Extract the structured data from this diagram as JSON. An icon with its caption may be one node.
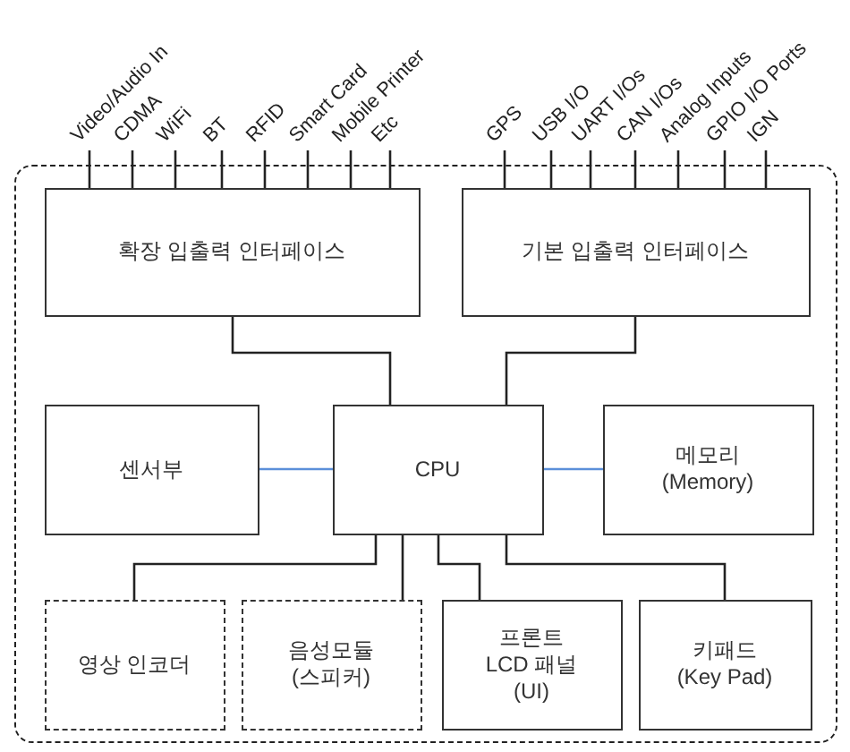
{
  "diagram": {
    "nodes": [
      {
        "text": [
          "Video/Audio In"
        ]
      },
      {
        "text": [
          "CDMA"
        ]
      },
      {
        "text": [
          "WiFi"
        ]
      },
      {
        "text": [
          "BT"
        ]
      },
      {
        "text": [
          "RFID"
        ]
      },
      {
        "text": [
          "Smart Card"
        ]
      },
      {
        "text": [
          "Mobile Printer"
        ]
      },
      {
        "text": [
          "Etc"
        ]
      },
      {
        "text": [
          "GPS"
        ]
      },
      {
        "text": [
          "USB I/O"
        ]
      },
      {
        "text": [
          "UART I/Os"
        ]
      },
      {
        "text": [
          "CAN I/Os"
        ]
      },
      {
        "text": [
          "Analog Inputs"
        ]
      },
      {
        "text": [
          "GPIO I/O Ports"
        ]
      },
      {
        "text": [
          "IGN"
        ]
      },
      {
        "text": [],
        "shape": "box"
      },
      {
        "text": [
          "확장 입출력 인터페이스"
        ],
        "in": 15
      },
      {
        "text": [
          "기본 입출력 인터페이스"
        ],
        "in": 15
      },
      {
        "text": [
          "센서부"
        ],
        "in": 15
      },
      {
        "text": [
          "CPU"
        ],
        "in": 15
      },
      {
        "text": [
          "메모리 (Memory)"
        ],
        "in": 15
      },
      {
        "text": [
          "영상 인코더"
        ],
        "in": 15
      },
      {
        "text": [
          "음성모듈 (스피커)"
        ],
        "in": 15
      },
      {
        "text": [
          "프론트 LCD 패널 (UI)"
        ],
        "in": 15
      },
      {
        "text": [
          "키패드 (Key Pad)"
        ],
        "in": 15
      }
    ],
    "edges": [
      {
        "from": 0,
        "to": 16,
        "arrow": "none"
      },
      {
        "from": 1,
        "to": 16,
        "arrow": "none"
      },
      {
        "from": 2,
        "to": 16,
        "arrow": "none"
      },
      {
        "from": 3,
        "to": 16,
        "arrow": "none"
      },
      {
        "from": 4,
        "to": 16,
        "arrow": "none"
      },
      {
        "from": 5,
        "to": 16,
        "arrow": "none"
      },
      {
        "from": 6,
        "to": 16,
        "arrow": "none"
      },
      {
        "from": 7,
        "to": 16,
        "arrow": "none"
      },
      {
        "from": 8,
        "to": 17,
        "arrow": "none"
      },
      {
        "from": 9,
        "to": 17,
        "arrow": "none"
      },
      {
        "from": 10,
        "to": 17,
        "arrow": "none"
      },
      {
        "from": 11,
        "to": 17,
        "arrow": "none"
      },
      {
        "from": 12,
        "to": 17,
        "arrow": "none"
      },
      {
        "from": 13,
        "to": 17,
        "arrow": "none"
      },
      {
        "from": 14,
        "to": 17,
        "arrow": "none"
      },
      {
        "from": 16,
        "to": 19,
        "arrow": "none"
      },
      {
        "from": 17,
        "to": 19,
        "arrow": "none"
      },
      {
        "from": 18,
        "to": 19,
        "arrow": "none",
        "color": "#5b8fd9"
      },
      {
        "from": 19,
        "to": 20,
        "arrow": "none",
        "color": "#5b8fd9"
      },
      {
        "from": 19,
        "to": 21,
        "arrow": "none"
      },
      {
        "from": 19,
        "to": 22,
        "arrow": "none"
      },
      {
        "from": 19,
        "to": 23,
        "arrow": "none"
      },
      {
        "from": 19,
        "to": 24,
        "arrow": "none"
      }
    ]
  }
}
